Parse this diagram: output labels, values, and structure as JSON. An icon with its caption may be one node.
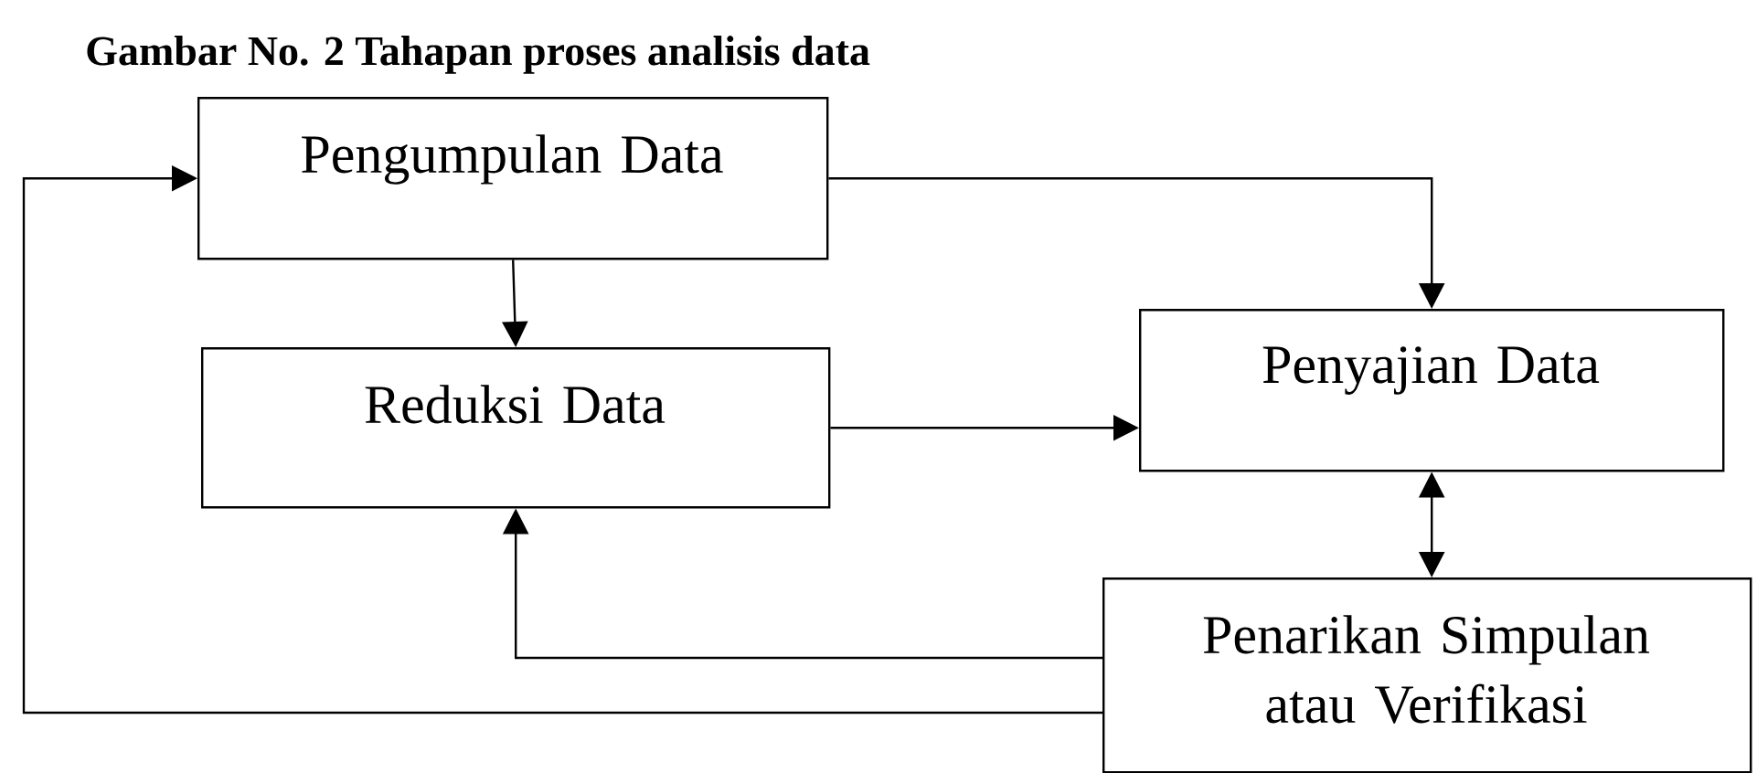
{
  "diagram": {
    "title": "Gambar No. 2 Tahapan proses analisis data",
    "nodes": [
      {
        "text": [
          "Pengumpulan Data"
        ]
      },
      {
        "text": [
          "Reduksi Data"
        ]
      },
      {
        "text": [
          "Penyajian Data"
        ]
      },
      {
        "text": [
          "Penarikan Simpulan atau Verifikasi"
        ]
      }
    ],
    "edges": [
      {
        "from": 0,
        "to": 2,
        "arrow": "to"
      },
      {
        "from": 0,
        "to": 1,
        "arrow": "to"
      },
      {
        "from": 1,
        "to": 2,
        "arrow": "to"
      },
      {
        "from": 2,
        "to": 3,
        "arrow": "both"
      },
      {
        "from": 3,
        "to": 1,
        "arrow": "to"
      },
      {
        "from": 3,
        "to": 0,
        "arrow": "to"
      }
    ]
  }
}
